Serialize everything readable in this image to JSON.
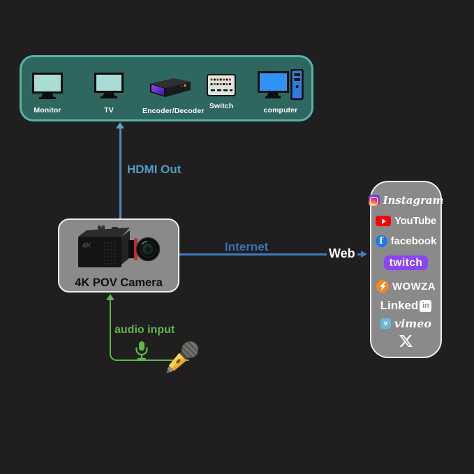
{
  "devices_panel": {
    "items": [
      {
        "label": "Monitor"
      },
      {
        "label": "TV"
      },
      {
        "label": "Encoder/Decoder"
      },
      {
        "label": "Switch"
      },
      {
        "label": "computer"
      }
    ]
  },
  "camera": {
    "label": "4K POV Camera",
    "badge": "4K"
  },
  "links": {
    "hdmi": "HDMI Out",
    "internet": "Internet",
    "web": "Web",
    "audio": "audio input"
  },
  "platforms": {
    "instagram": {
      "label": "Instagram"
    },
    "youtube": {
      "label": "YouTube"
    },
    "facebook": {
      "label": "facebook",
      "icon_letter": "f"
    },
    "twitch": {
      "label": "twitch"
    },
    "wowza": {
      "label": "WOWZA"
    },
    "linkedin": {
      "label": "Linked",
      "suffix": "in"
    },
    "vimeo": {
      "label": "vimeo",
      "icon_letter": "v"
    },
    "x": {
      "label": "X"
    }
  },
  "colors": {
    "background": "#201e1e",
    "panel_teal": "#2e6660",
    "panel_border": "#57b4a4",
    "screen_teal": "#a9dcd6",
    "hdmi_blue": "#4d9ec9",
    "internet_blue": "#3872b8",
    "audio_green": "#5cb848",
    "box_gray": "#8a8a8a",
    "box_border": "#f0f0f0",
    "twitch_purple": "#8b45f7",
    "youtube_red": "#f60002",
    "facebook_blue": "#1877f2",
    "wowza_orange": "#f08a1d",
    "vimeo_blue": "#6ab6d8"
  }
}
